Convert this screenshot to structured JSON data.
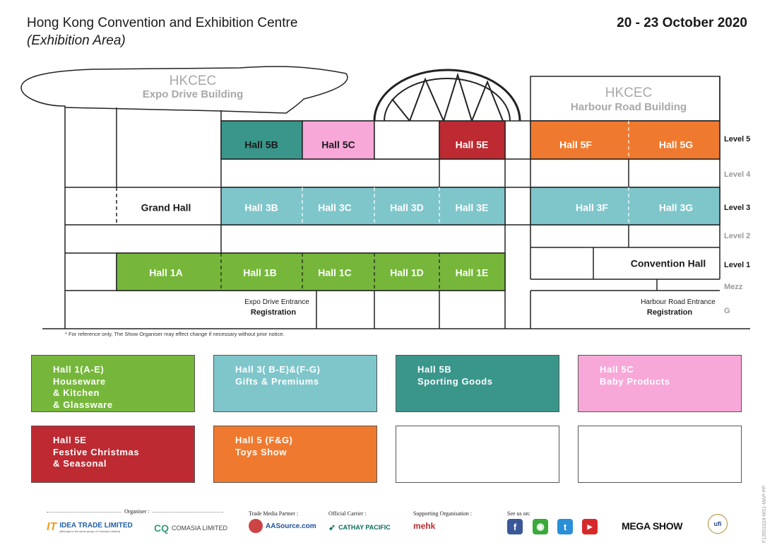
{
  "header": {
    "venue": "Hong Kong Convention and Exhibition Centre",
    "area": "(Exhibition Area)",
    "dates": "20 - 23 October 2020"
  },
  "buildings": {
    "expo": {
      "title": "HKCEC",
      "subtitle": "Expo Drive Building"
    },
    "harbour": {
      "title": "HKCEC",
      "subtitle": "Harbour Road Building"
    }
  },
  "levels": [
    "Level 5",
    "Level 4",
    "Level 3",
    "Level 2",
    "Level 1",
    "Mezz",
    "G"
  ],
  "halls": {
    "h5b": "Hall 5B",
    "h5c": "Hall 5C",
    "h5e": "Hall 5E",
    "h5f": "Hall 5F",
    "h5g": "Hall 5G",
    "grand": "Grand Hall",
    "h3b": "Hall 3B",
    "h3c": "Hall 3C",
    "h3d": "Hall 3D",
    "h3e": "Hall 3E",
    "h3f": "Hall 3F",
    "h3g": "Hall 3G",
    "convention": "Convention Hall",
    "h1a": "Hall 1A",
    "h1b": "Hall 1B",
    "h1c": "Hall 1C",
    "h1d": "Hall 1D",
    "h1e": "Hall 1E"
  },
  "entrances": {
    "expo": {
      "name": "Expo Drive Entrance",
      "label": "Registration"
    },
    "harbour": {
      "name": "Harbour Road Entrance",
      "label": "Registration"
    }
  },
  "disclaimer": "* For reference only, The Show Organiser may effect change if necessary without prior notice.",
  "legend": [
    {
      "lines": [
        "Hall 1(A-E)",
        "Houseware",
        "& Kitchen",
        "& Glassware"
      ],
      "color": "#76b73b"
    },
    {
      "lines": [
        "Hall 3( B-E)&(F-G)",
        "Gifts & Premiums"
      ],
      "color": "#7fc6cb"
    },
    {
      "lines": [
        "Hall 5B",
        "Sporting Goods"
      ],
      "color": "#3a968b"
    },
    {
      "lines": [
        "Hall 5C",
        "Baby Products"
      ],
      "color": "#f7a8d8"
    },
    {
      "lines": [
        "Hall 5E",
        "Festive Christmas",
        "& Seasonal"
      ],
      "color": "#be2a32"
    },
    {
      "lines": [
        "Hall 5 (F&G)",
        "Toys Show"
      ],
      "color": "#ef7a2f"
    }
  ],
  "colors": {
    "green": "#76b73b",
    "teal": "#7fc6cb",
    "dark_teal": "#3a968b",
    "pink": "#f7a8d8",
    "red": "#be2a32",
    "orange": "#ef7a2f"
  },
  "sponsors": {
    "organiser_caption": "Organiser :",
    "idea_trade": "IDEA TRADE LIMITED",
    "idea_trade_note": "(Belongs to the same group of Comasia Limited)",
    "comasia": "COMASIA LIMITED",
    "media_caption": "Trade Media Partner :",
    "aasource": "AASource.com",
    "carrier_caption": "Official Carrier :",
    "cathay": "CATHAY PACIFIC",
    "supporting_caption": "Supporting Organisation :",
    "mehk": "mehk",
    "social_caption": "See us on:",
    "megashow": "MEGA SHOW",
    "ufi": "ufi"
  },
  "reference_code": "F13501024-MS1-MAP-PP"
}
